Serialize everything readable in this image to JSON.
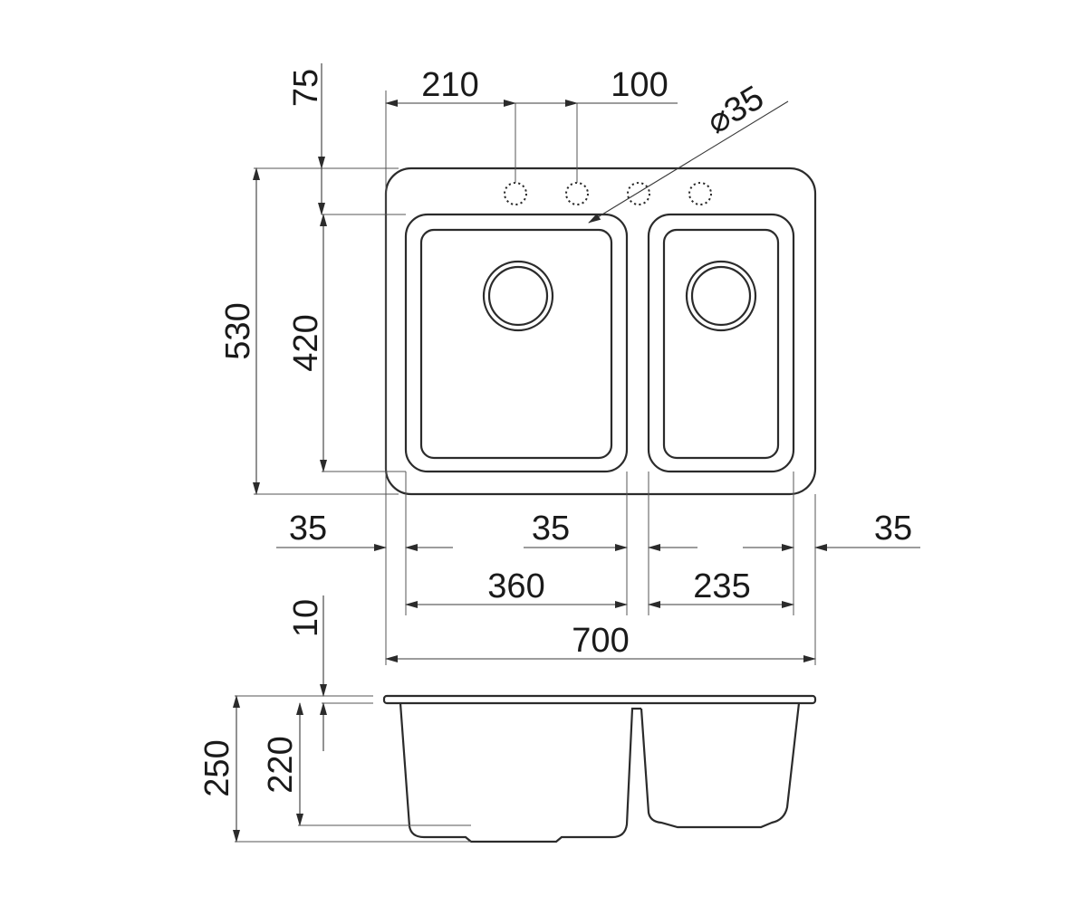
{
  "plan_dimensions": {
    "top_margin": "75",
    "hole_offset": "210",
    "hole_spacing": "100",
    "hole_diameter": "⌀35",
    "overall_depth": "530",
    "bowl_depth": "420",
    "left_margin": "35",
    "middle_divider": "35",
    "right_margin": "35",
    "large_bowl_width": "360",
    "small_bowl_width": "235",
    "overall_width": "700"
  },
  "section_dimensions": {
    "rim_thickness": "10",
    "overall_height": "250",
    "bowl_height": "220"
  },
  "colors": {
    "line": "#2b2b2b",
    "background": "#ffffff"
  }
}
